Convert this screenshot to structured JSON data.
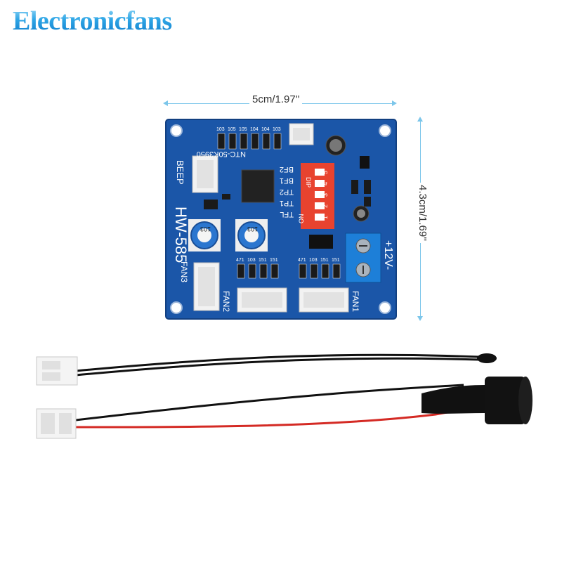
{
  "brand": {
    "name": "Electronicfans"
  },
  "dimensions": {
    "width_label": "5cm/1.97''",
    "height_label": "4.3cm/1.69''"
  },
  "board": {
    "model": "HW-585",
    "ntc_label": "NTC-50K3950",
    "beep_label": "BEEP",
    "fan1_label": "FAN1",
    "fan2_label": "FAN2",
    "fan3_label": "FAN3",
    "power_label": "+12V-",
    "switch_labels": [
      "BF2",
      "BF1",
      "TP2",
      "TP1",
      "TFL"
    ],
    "switch_on": "ON",
    "switch_dip": "DIP",
    "switch_numbers": [
      "1",
      "2",
      "3",
      "4",
      "5"
    ],
    "pot_label": "103",
    "resistor_codes": [
      "103",
      "105",
      "105",
      "104",
      "104",
      "103",
      "471",
      "103",
      "151",
      "151",
      "471",
      "103",
      "151",
      "151"
    ]
  },
  "colors": {
    "pcb": "#1b56a8",
    "brand_blue": "#1583d6",
    "dip_switch": "#e8432f",
    "wire_red": "#d42a24"
  }
}
